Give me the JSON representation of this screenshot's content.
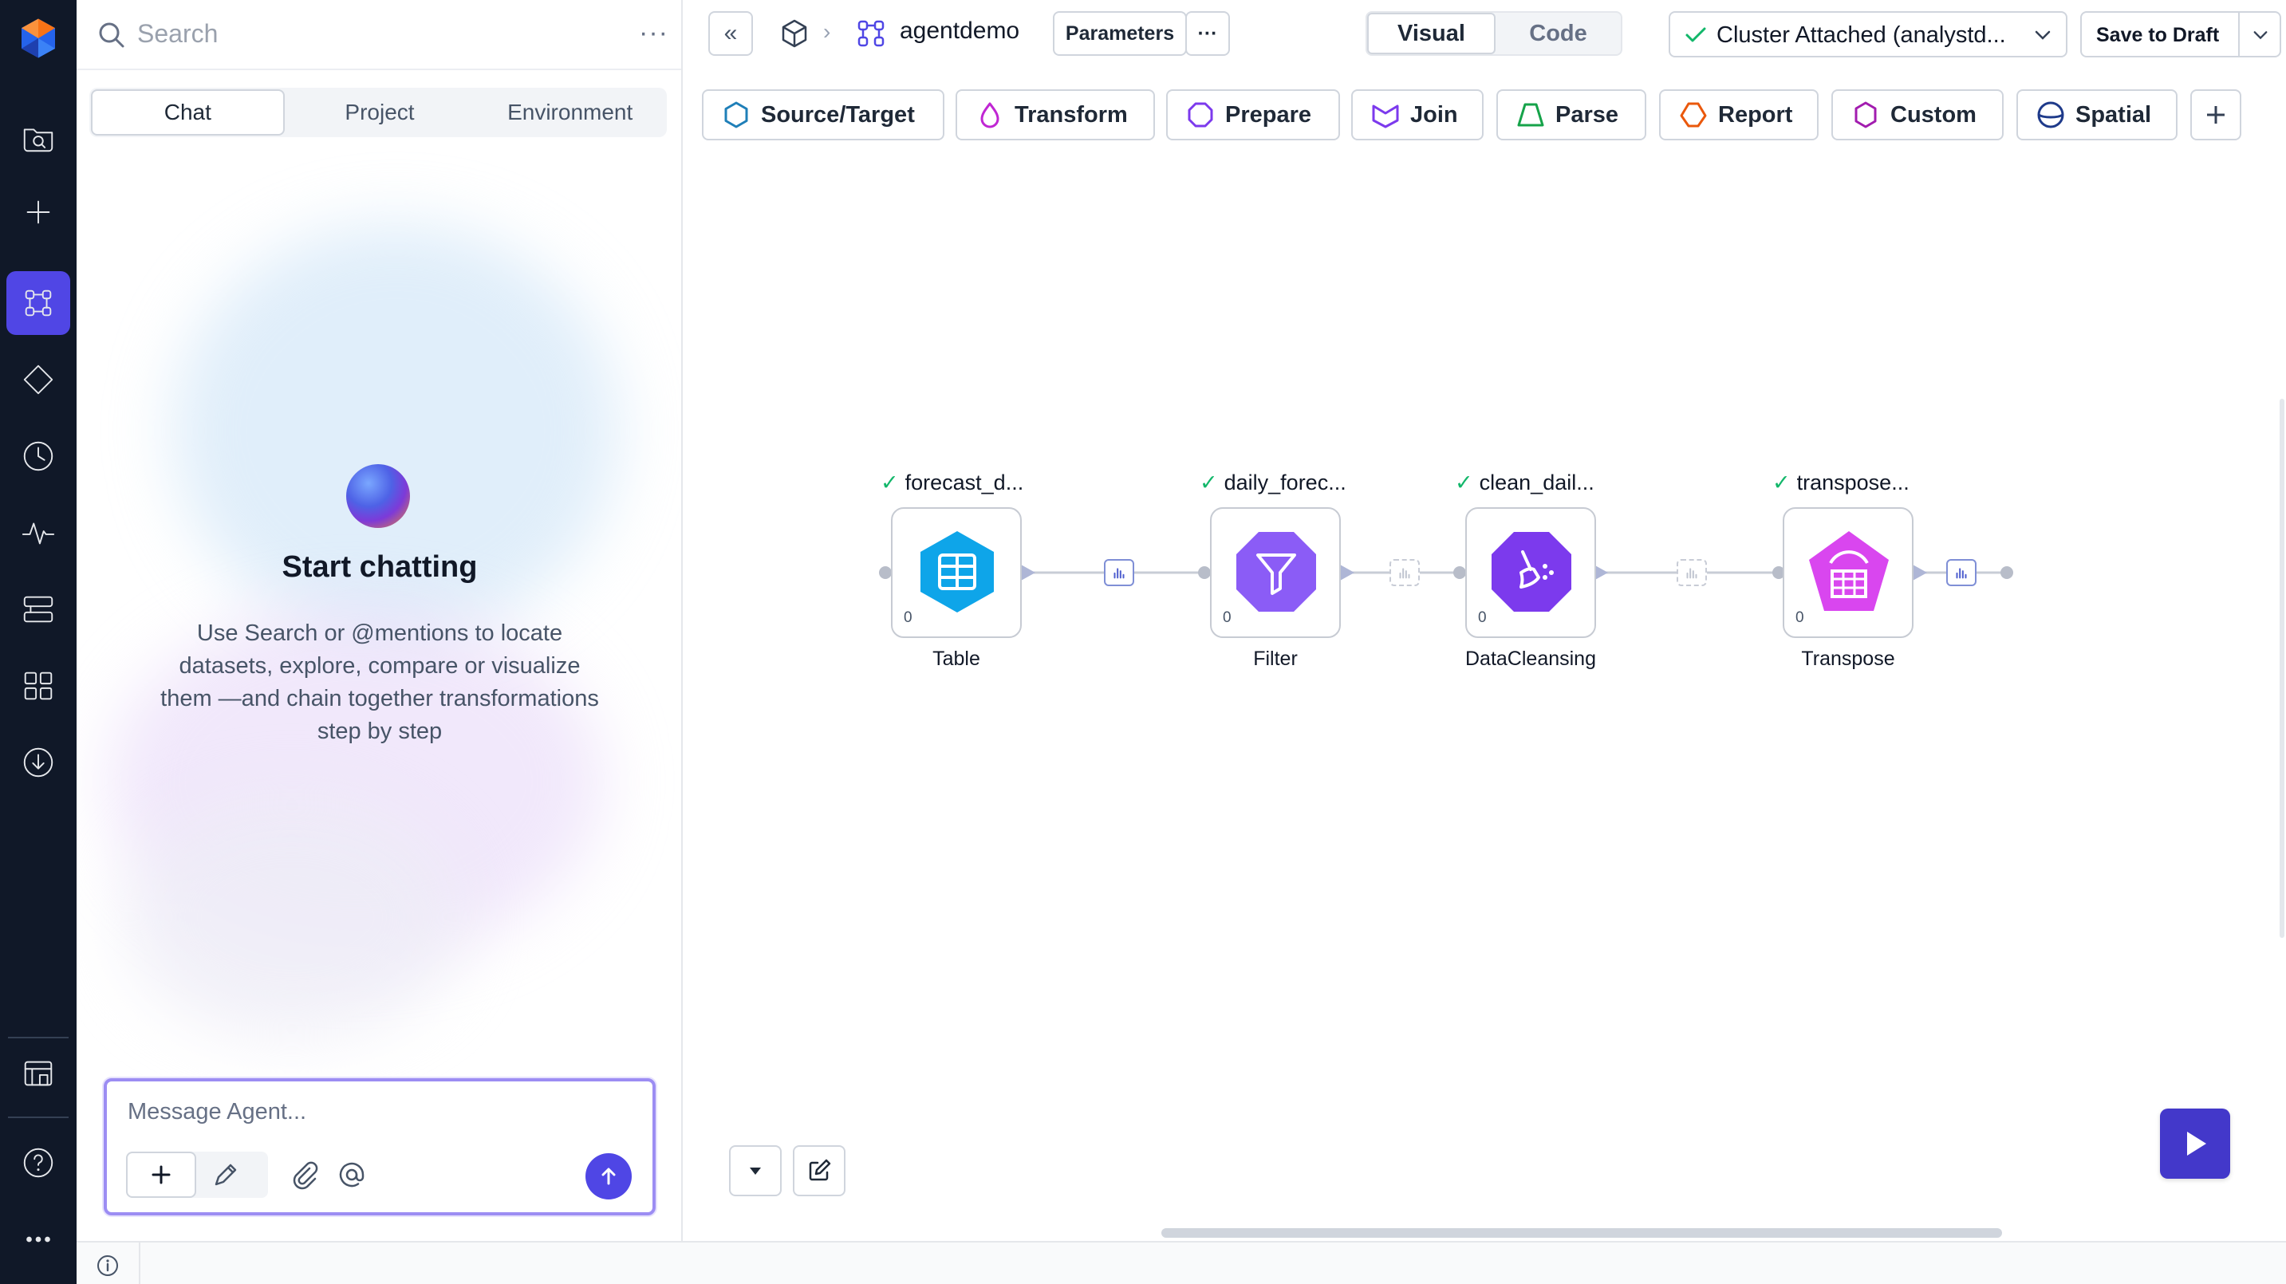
{
  "rail": {
    "items": [
      "logo",
      "data-browser",
      "create",
      "pipelines",
      "gems",
      "history",
      "observability",
      "jobs",
      "apps",
      "download",
      "marketplace",
      "help",
      "more"
    ],
    "active": "pipelines"
  },
  "chat_panel": {
    "search_placeholder": "Search",
    "more_label": "···",
    "tabs": [
      {
        "label": "Chat",
        "active": true
      },
      {
        "label": "Project",
        "active": false
      },
      {
        "label": "Environment",
        "active": false
      }
    ],
    "empty_title": "Start chatting",
    "empty_description": "Use Search or @mentions to locate datasets, explore, compare or visualize them —and chain together transformations step by step",
    "message_placeholder": "Message Agent..."
  },
  "topbar": {
    "collapse_label": "«",
    "breadcrumb_separator": "›",
    "pipeline_name": "agentdemo",
    "parameters_label": "Parameters",
    "more_label": "···",
    "view_modes": [
      {
        "label": "Visual",
        "active": true
      },
      {
        "label": "Code",
        "active": false
      }
    ],
    "cluster_status": "Cluster Attached (analystd...",
    "save_label": "Save to Draft"
  },
  "categories": [
    {
      "label": "Source/Target",
      "color": "#1f7fb8",
      "icon": "hexagon-icon"
    },
    {
      "label": "Transform",
      "color": "#c026d3",
      "icon": "drop-icon"
    },
    {
      "label": "Prepare",
      "color": "#7c3aed",
      "icon": "octagon-icon"
    },
    {
      "label": "Join",
      "color": "#7c3aed",
      "icon": "join-icon"
    },
    {
      "label": "Parse",
      "color": "#16a34a",
      "icon": "trapezoid-icon"
    },
    {
      "label": "Report",
      "color": "#ea580c",
      "icon": "pentagon-icon"
    },
    {
      "label": "Custom",
      "color": "#a21caf",
      "icon": "hexagon-icon"
    },
    {
      "label": "Spatial",
      "color": "#1e3a8a",
      "icon": "globe-icon"
    }
  ],
  "nodes": [
    {
      "title": "forecast_d...",
      "type": "Table",
      "count": "0",
      "color": "#0ea5e9",
      "icon": "table-icon"
    },
    {
      "title": "daily_forec...",
      "type": "Filter",
      "count": "0",
      "color": "#8b5cf6",
      "icon": "filter-icon"
    },
    {
      "title": "clean_dail...",
      "type": "DataCleansing",
      "count": "0",
      "color": "#7c3aed",
      "icon": "broom-icon"
    },
    {
      "title": "transpose...",
      "type": "Transpose",
      "count": "0",
      "color": "#d946ef",
      "icon": "transpose-icon"
    }
  ],
  "colors": {
    "rail_bg": "#101828",
    "accent": "#4f46e5",
    "success": "#12b76a"
  }
}
